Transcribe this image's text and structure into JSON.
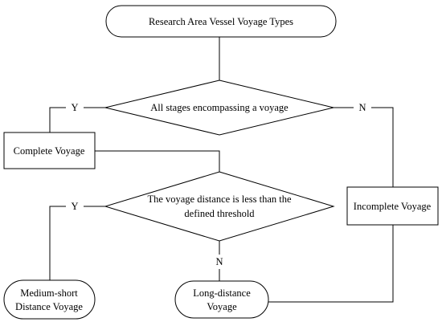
{
  "nodes": {
    "start": {
      "label": "Research Area Vessel Voyage Types"
    },
    "decision_stages": {
      "label": "All stages encompassing a voyage"
    },
    "complete": {
      "label": "Complete Voyage"
    },
    "decision_distance": {
      "lines": [
        "The voyage distance is less than the",
        "defined threshold"
      ]
    },
    "incomplete": {
      "label": "Incomplete Voyage"
    },
    "medium_short": {
      "lines": [
        "Medium-short",
        "Distance Voyage"
      ]
    },
    "long_distance": {
      "lines": [
        "Long-distance",
        "Voyage"
      ]
    }
  },
  "edge_labels": {
    "stages_yes": "Y",
    "stages_no": "N",
    "distance_yes": "Y",
    "distance_no": "N"
  }
}
